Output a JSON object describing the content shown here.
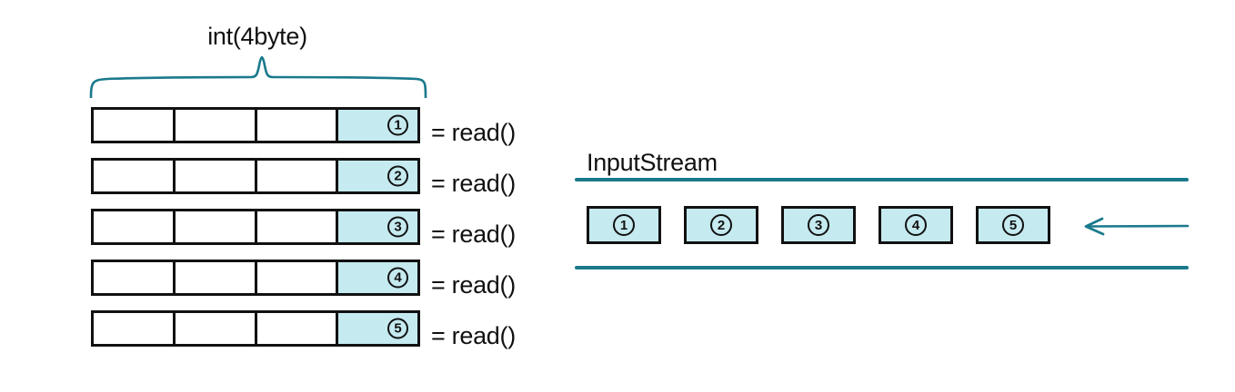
{
  "diagram": {
    "title_left": "int(4byte)",
    "title_right": "InputStream",
    "colors": {
      "fill_cyan": "#c5eaf0",
      "teal_ink": "#1a7a8c",
      "black_ink": "#111111",
      "background": "#ffffff"
    },
    "rows": [
      {
        "number": "1",
        "cells": [
          "",
          "",
          "",
          "1"
        ],
        "label": "= read()"
      },
      {
        "number": "2",
        "cells": [
          "",
          "",
          "",
          "2"
        ],
        "label": "= read()"
      },
      {
        "number": "3",
        "cells": [
          "",
          "",
          "",
          "3"
        ],
        "label": "= read()"
      },
      {
        "number": "4",
        "cells": [
          "",
          "",
          "",
          "4"
        ],
        "label": "= read()"
      },
      {
        "number": "5",
        "cells": [
          "",
          "",
          "",
          "5"
        ],
        "label": "= read()"
      }
    ],
    "stream_items": [
      "1",
      "2",
      "3",
      "4",
      "5"
    ],
    "arrow_direction": "left",
    "brace_span_label": "int(4byte)"
  }
}
